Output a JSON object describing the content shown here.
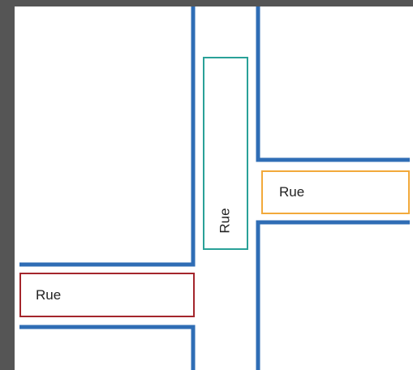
{
  "diagram": {
    "labels": {
      "vertical_street": "Rue",
      "right_street": "Rue",
      "left_street": "Rue"
    },
    "colors": {
      "frame": "#555555",
      "background": "#ffffff",
      "street_line": "#2f6db5",
      "vertical_box": "#2aa198",
      "right_box": "#f2a93b",
      "left_box": "#a4262c"
    }
  }
}
